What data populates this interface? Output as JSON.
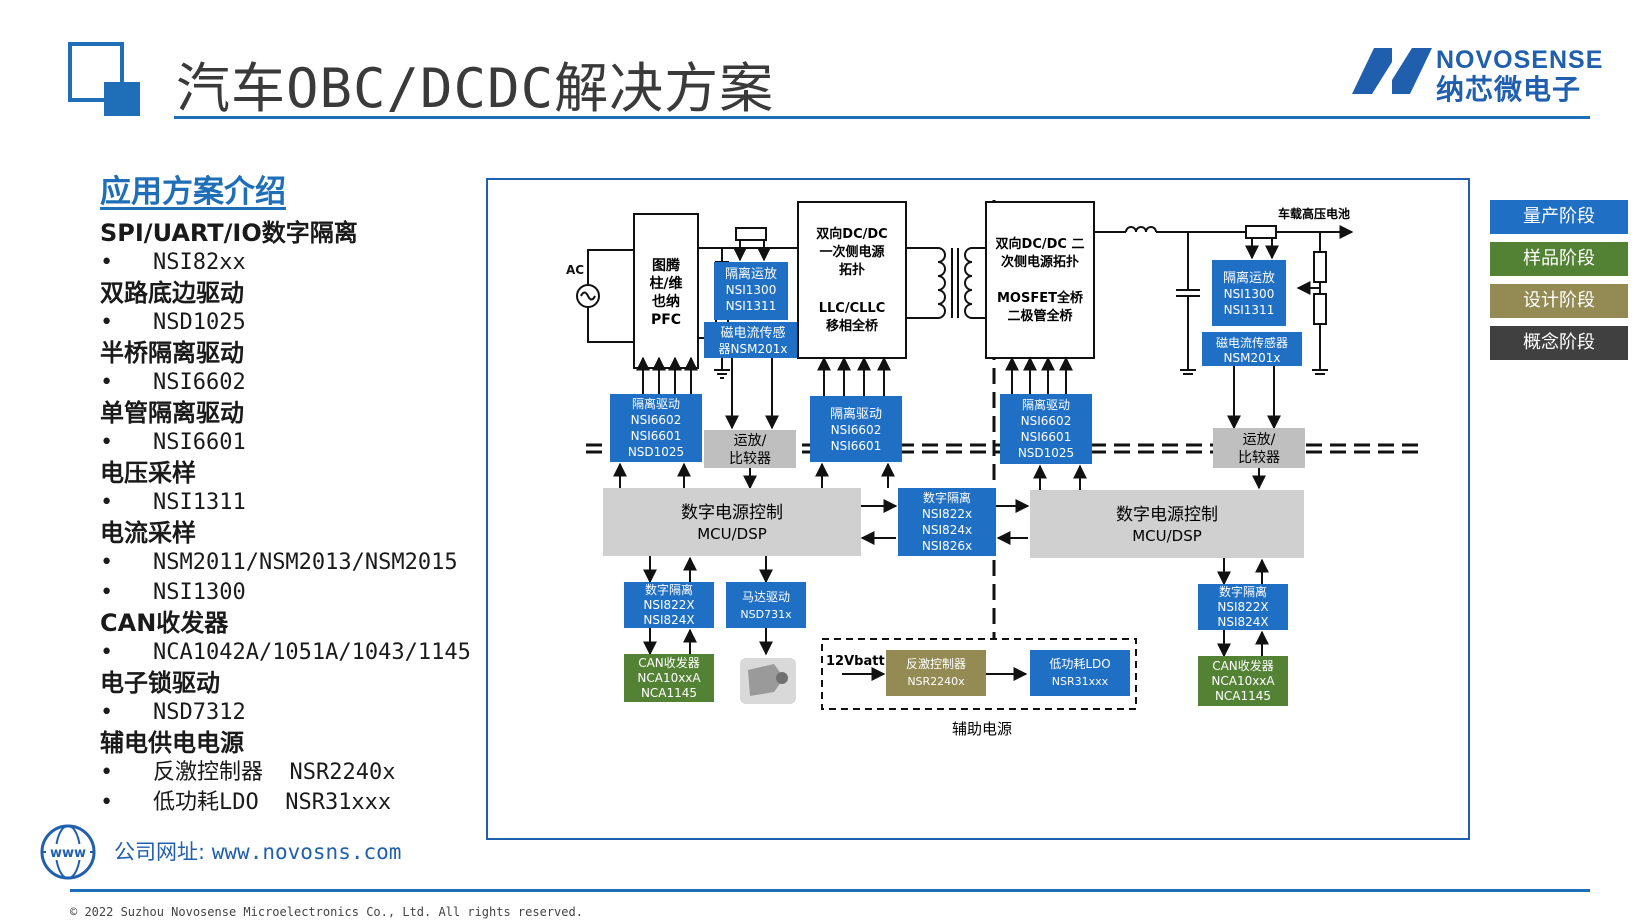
{
  "header": {
    "title": "汽车OBC/DCDC解决方案",
    "brand_en": "NOVOSENSE",
    "brand_cn": "纳芯微电子"
  },
  "sidebar": {
    "section_title": "应用方案介绍",
    "groups": [
      {
        "heading": "SPI/UART/IO数字隔离",
        "items": [
          "NSI82xx"
        ]
      },
      {
        "heading": "双路底边驱动",
        "items": [
          "NSD1025"
        ]
      },
      {
        "heading": "半桥隔离驱动",
        "items": [
          "NSI6602"
        ]
      },
      {
        "heading": "单管隔离驱动",
        "items": [
          "NSI6601"
        ]
      },
      {
        "heading": "电压采样",
        "items": [
          "NSI1311"
        ]
      },
      {
        "heading": "电流采样",
        "items": [
          "NSM2011/NSM2013/NSM2015",
          "NSI1300"
        ]
      },
      {
        "heading": "CAN收发器",
        "items": [
          "NCA1042A/1051A/1043/1145"
        ]
      },
      {
        "heading": "电子锁驱动",
        "items": [
          "NSD7312"
        ]
      },
      {
        "heading": "辅电供电电源",
        "items": [
          "反激控制器  NSR2240x",
          "低功耗LDO  NSR31xxx"
        ]
      }
    ],
    "url_label": "公司网址:",
    "url": "www.novosns.com"
  },
  "legend": [
    {
      "label": "量产阶段",
      "color": "#1f6fc5"
    },
    {
      "label": "样品阶段",
      "color": "#548235"
    },
    {
      "label": "设计阶段",
      "color": "#948a54"
    },
    {
      "label": "概念阶段",
      "color": "#404040"
    }
  ],
  "diagram": {
    "ac": "AC",
    "pfc": [
      "图腾",
      "柱/维",
      "也纳",
      "PFC"
    ],
    "dc_primary": [
      "双向DC/DC",
      "一次侧电源",
      "拓扑",
      "LLC/CLLC",
      "移相全桥"
    ],
    "dc_secondary": [
      "双向DC/DC 二",
      "次侧电源拓扑",
      "MOSFET全桥",
      "二极管全桥"
    ],
    "hv_battery": "车载高压电池",
    "opamp_left": [
      "隔离运放",
      "NSI1300",
      "NSI1311"
    ],
    "opamp_right": [
      "隔离运放",
      "NSI1300",
      "NSI1311"
    ],
    "current_left": [
      "磁电流传感",
      "器NSM201x"
    ],
    "current_right": [
      "磁电流传感器",
      "NSM201x"
    ],
    "driver_pfc": [
      "隔离驱动",
      "NSI6602",
      "NSI6601",
      "NSD1025"
    ],
    "driver_primary": [
      "隔离驱动",
      "NSI6602",
      "NSI6601"
    ],
    "driver_secondary": [
      "隔离驱动",
      "NSI6602",
      "NSI6601",
      "NSD1025"
    ],
    "comparator_left": [
      "运放/",
      "比较器"
    ],
    "comparator_right": [
      "运放/",
      "比较器"
    ],
    "mcu_left": [
      "数字电源控制",
      "MCU/DSP"
    ],
    "mcu_right": [
      "数字电源控制",
      "MCU/DSP"
    ],
    "digiso_center": [
      "数字隔离",
      "NSI822x",
      "NSI824x",
      "NSI826x"
    ],
    "digiso_left": [
      "数字隔离",
      "NSI822X",
      "NSI824X"
    ],
    "digiso_right": [
      "数字隔离",
      "NSI822X",
      "NSI824X"
    ],
    "motor": [
      "马达驱动",
      "NSD731x"
    ],
    "can_left": [
      "CAN收发器",
      "NCA10xxA",
      "NCA1145"
    ],
    "can_right": [
      "CAN收发器",
      "NCA10xxA",
      "NCA1145"
    ],
    "batt12": "12Vbatt",
    "flyback": [
      "反激控制器",
      "NSR2240x"
    ],
    "ldo": [
      "低功耗LDO",
      "NSR31xxx"
    ],
    "aux_label": "辅助电源"
  },
  "footer": {
    "copyright": "© 2022 Suzhou Novosense Microelectronics Co., Ltd.  All rights reserved."
  }
}
